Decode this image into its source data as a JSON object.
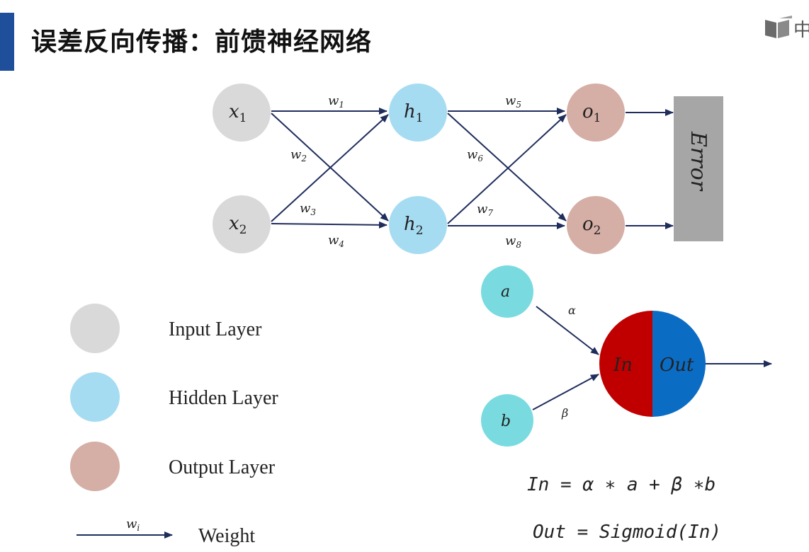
{
  "header": {
    "title": "误差反向传播：前馈神经网络",
    "logo_text": "中"
  },
  "colors": {
    "input": "#d9d9d9",
    "hidden": "#a6dcf2",
    "output": "#d5aea6",
    "neuron_input": "#79dbe0",
    "in_half": "#c00000",
    "out_half": "#0b6cc4",
    "error_box": "#a6a6a6",
    "arrow": "#1f2d5c",
    "title_bar": "#1f4e9b"
  },
  "network": {
    "inputs": [
      {
        "base": "x",
        "sub": "1"
      },
      {
        "base": "x",
        "sub": "2"
      }
    ],
    "hidden": [
      {
        "base": "h",
        "sub": "1"
      },
      {
        "base": "h",
        "sub": "2"
      }
    ],
    "outputs": [
      {
        "base": "o",
        "sub": "1"
      },
      {
        "base": "o",
        "sub": "2"
      }
    ],
    "weights": [
      {
        "base": "w",
        "sub": "1"
      },
      {
        "base": "w",
        "sub": "2"
      },
      {
        "base": "w",
        "sub": "3"
      },
      {
        "base": "w",
        "sub": "4"
      },
      {
        "base": "w",
        "sub": "5"
      },
      {
        "base": "w",
        "sub": "6"
      },
      {
        "base": "w",
        "sub": "7"
      },
      {
        "base": "w",
        "sub": "8"
      }
    ],
    "error_label": "Error"
  },
  "legend": {
    "input_label": "Input Layer",
    "hidden_label": "Hidden Layer",
    "output_label": "Output Layer",
    "weight_symbol": {
      "base": "w",
      "sub": "i"
    },
    "weight_label": "Weight"
  },
  "neuron": {
    "input_a": "a",
    "input_b": "b",
    "alpha": "α",
    "beta": "β",
    "in_label": "In",
    "out_label": "Out"
  },
  "formulas": {
    "in_formula": "In = α ∗ a + β ∗b",
    "out_formula": "Out = Sigmoid(In)"
  }
}
